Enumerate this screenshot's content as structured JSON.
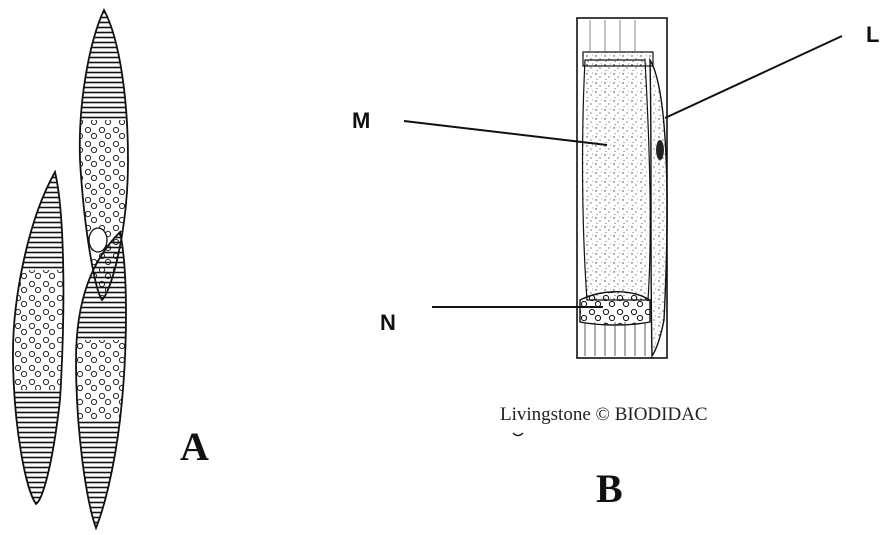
{
  "panel_a": {
    "label": "A"
  },
  "panel_b": {
    "label": "B",
    "label_l": "L",
    "label_m": "M",
    "label_n": "N",
    "credit": "Livingstone © BIODIDAC"
  }
}
